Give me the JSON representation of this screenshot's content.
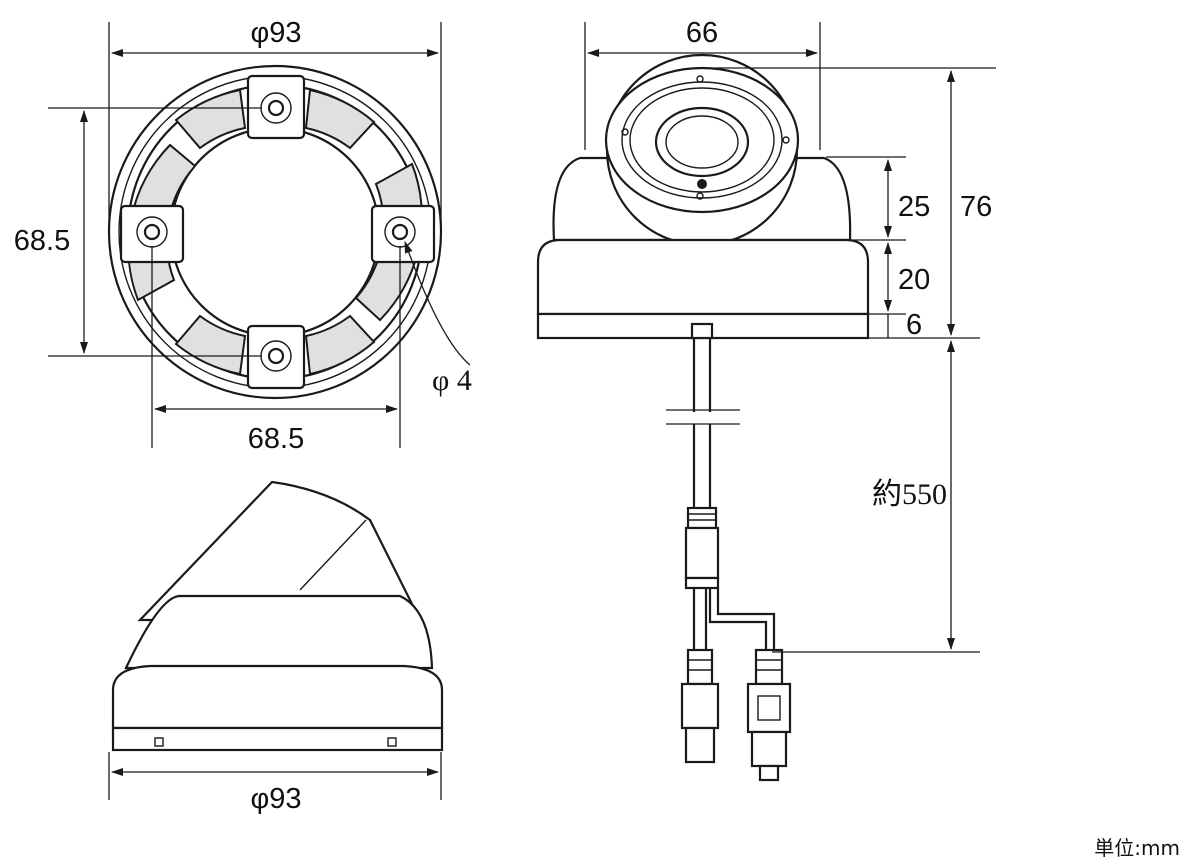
{
  "dimensions": {
    "top_diameter": "φ93",
    "width_66": "66",
    "height_76": "76",
    "height_25": "25",
    "height_20": "20",
    "height_6": "6",
    "mount_vertical": "68.5",
    "mount_horizontal": "68.5",
    "hole_diameter": "φ 4",
    "cable_length": "約550",
    "bottom_diameter": "φ93"
  },
  "unit_label": "単位:mm"
}
